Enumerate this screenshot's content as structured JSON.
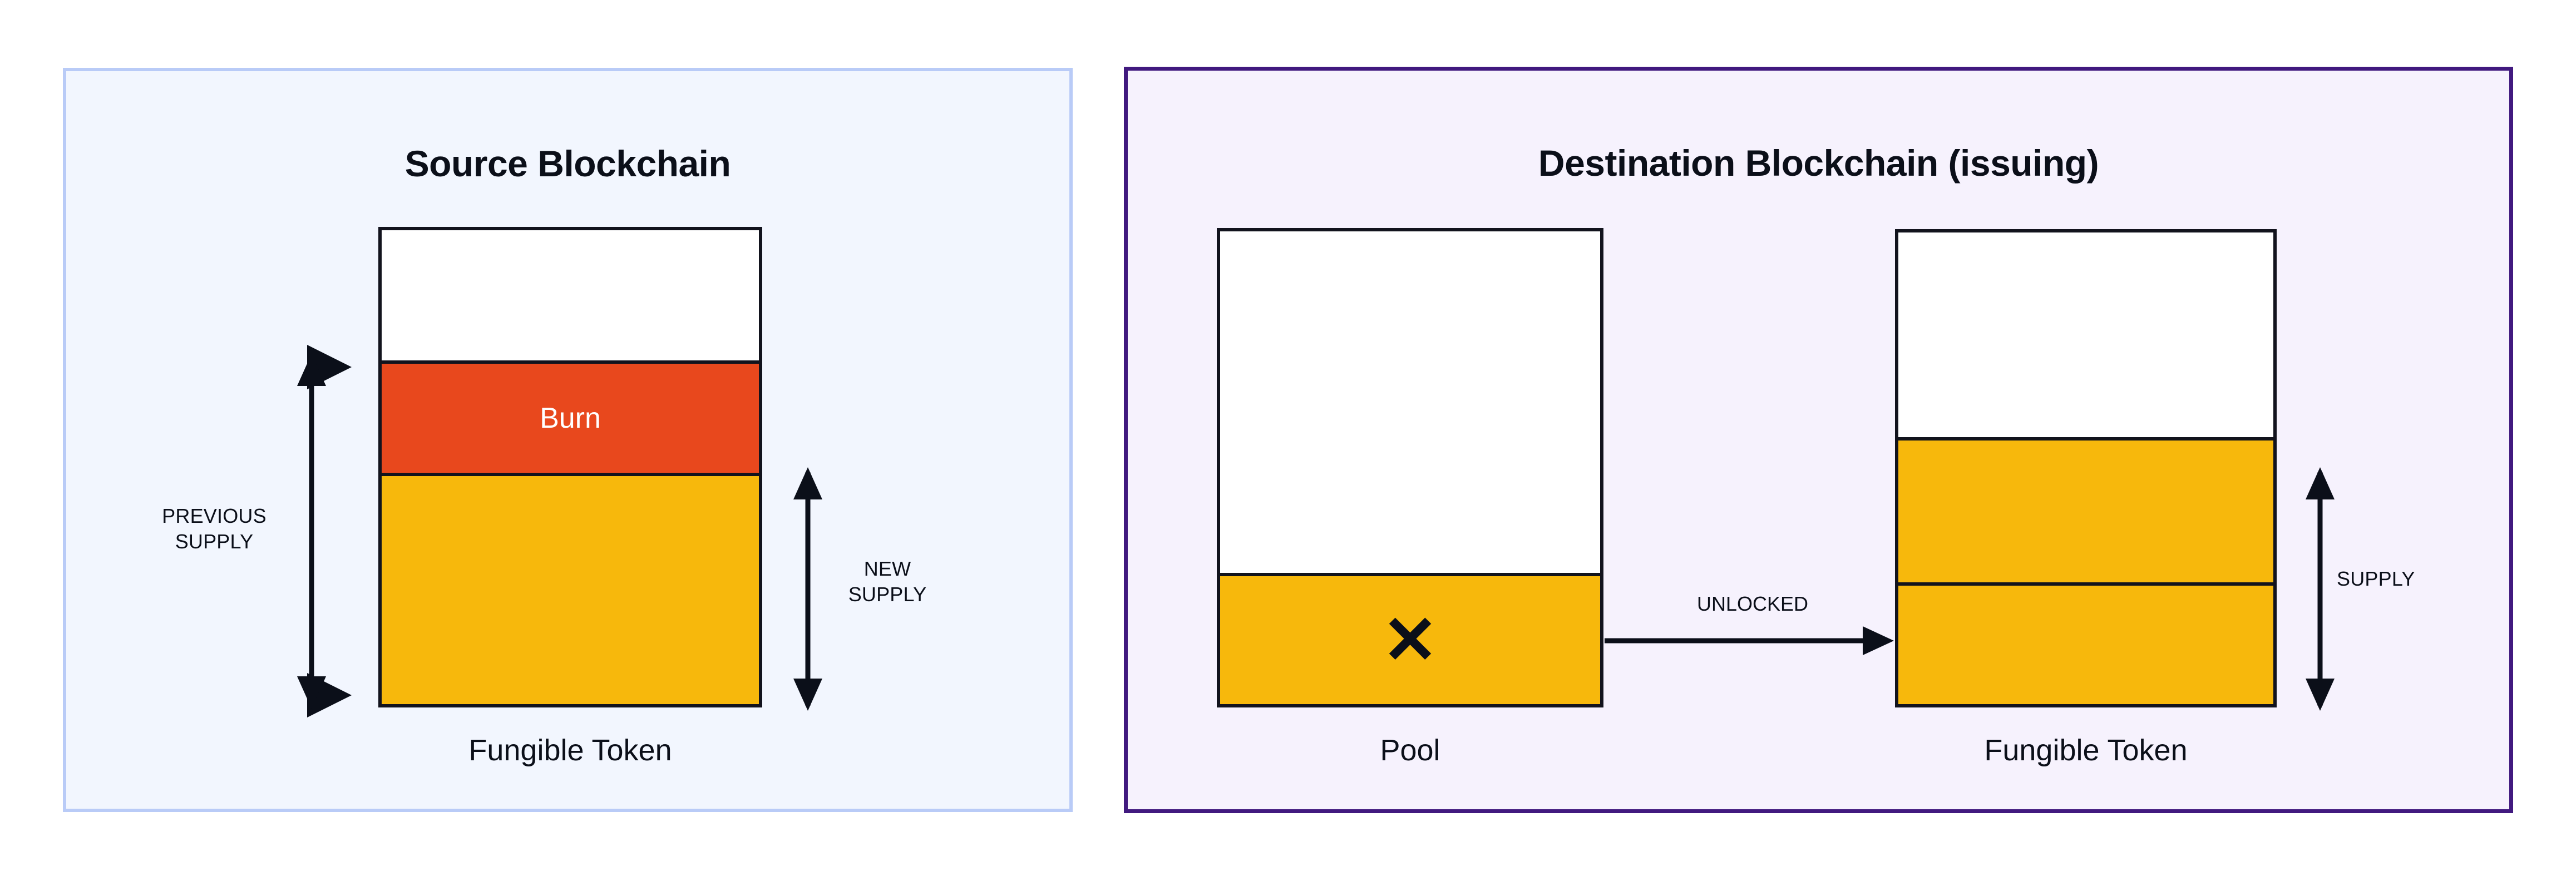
{
  "diagram": {
    "panels": [
      {
        "id": "source",
        "title": "Source Blockchain",
        "border_color": "#b9cbf7",
        "fill_color": "#f2f6fe",
        "bars": [
          {
            "id": "source-fungible-token",
            "caption": "Fungible Token",
            "segments": [
              {
                "name": "empty-headroom",
                "label": "",
                "color": "#ffffff"
              },
              {
                "name": "burn",
                "label": "Burn",
                "color": "#e8481d"
              },
              {
                "name": "remaining-supply",
                "label": "",
                "color": "#f7b80c"
              }
            ]
          }
        ],
        "measures": [
          {
            "id": "previous-supply",
            "label": "PREVIOUS\nSUPPLY",
            "style": "double-headed-vertical-arrow"
          },
          {
            "id": "new-supply",
            "label": "NEW\nSUPPLY",
            "style": "double-headed-vertical-arrow"
          }
        ]
      },
      {
        "id": "destination",
        "title": "Destination Blockchain (issuing)",
        "border_color": "#41197f",
        "fill_color": "#f6f2fd",
        "bars": [
          {
            "id": "pool",
            "caption": "Pool",
            "marker": "✕",
            "marker_name": "x-mark-icon",
            "segments": [
              {
                "name": "empty-headroom",
                "label": "",
                "color": "#ffffff"
              },
              {
                "name": "pool-balance",
                "label": "",
                "color": "#f7b80c"
              }
            ]
          },
          {
            "id": "destination-fungible-token",
            "caption": "Fungible Token",
            "segments": [
              {
                "name": "empty-headroom",
                "label": "",
                "color": "#ffffff"
              },
              {
                "name": "unlocked-amount",
                "label": "",
                "color": "#f7b80c"
              },
              {
                "name": "existing-supply",
                "label": "",
                "color": "#f7b80c"
              }
            ]
          }
        ],
        "measures": [
          {
            "id": "supply",
            "label": "SUPPLY",
            "style": "double-headed-vertical-arrow"
          }
        ],
        "flows": [
          {
            "id": "unlocked-flow",
            "label": "UNLOCKED",
            "from": "pool",
            "to": "destination-fungible-token",
            "style": "right-arrow"
          }
        ]
      }
    ],
    "colors": {
      "burn": "#e8481d",
      "token": "#f7b80c",
      "outline": "#12131d",
      "text": "#0b0f19",
      "source_border": "#b9cbf7",
      "source_fill": "#f2f6fe",
      "dest_border": "#41197f",
      "dest_fill": "#f6f2fd"
    }
  }
}
